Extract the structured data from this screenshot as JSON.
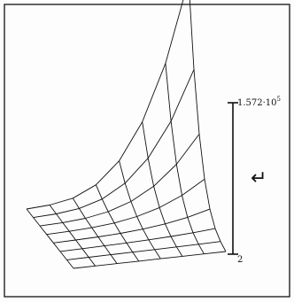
{
  "scale": {
    "max_label_base": "1.572·10",
    "max_label_exp": "5",
    "min_label": "2",
    "symbol": "↵"
  },
  "surface": {
    "rows": 7,
    "cols": 7,
    "peak_value": 157200,
    "base_value": 2
  }
}
